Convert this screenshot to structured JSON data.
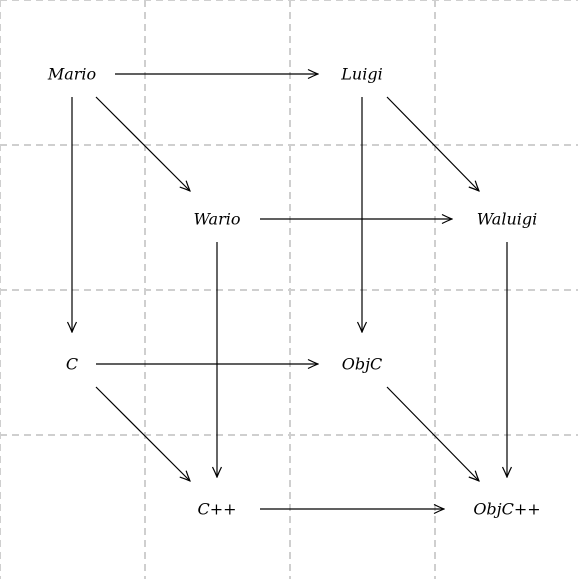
{
  "nodes": [
    {
      "id": "mario",
      "label": "Mario"
    },
    {
      "id": "luigi",
      "label": "Luigi"
    },
    {
      "id": "wario",
      "label": "Wario"
    },
    {
      "id": "waluigi",
      "label": "Waluigi"
    },
    {
      "id": "c",
      "label": "C"
    },
    {
      "id": "objc",
      "label": "ObjC"
    },
    {
      "id": "cpp",
      "label": "C++"
    },
    {
      "id": "objcpp",
      "label": "ObjC++"
    }
  ],
  "edges": [
    {
      "from": "mario",
      "to": "luigi"
    },
    {
      "from": "mario",
      "to": "wario"
    },
    {
      "from": "mario",
      "to": "c"
    },
    {
      "from": "luigi",
      "to": "waluigi"
    },
    {
      "from": "luigi",
      "to": "objc"
    },
    {
      "from": "wario",
      "to": "waluigi"
    },
    {
      "from": "wario",
      "to": "cpp"
    },
    {
      "from": "waluigi",
      "to": "objcpp"
    },
    {
      "from": "c",
      "to": "objc"
    },
    {
      "from": "c",
      "to": "cpp"
    },
    {
      "from": "objc",
      "to": "objcpp"
    },
    {
      "from": "cpp",
      "to": "objcpp"
    }
  ],
  "grid": true
}
